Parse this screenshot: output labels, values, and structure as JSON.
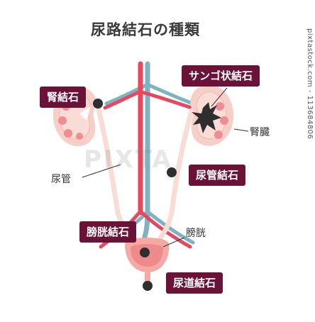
{
  "title": "尿路結石の種類",
  "callouts": {
    "renal_stone": "腎結石",
    "staghorn_stone": "サンゴ状結石",
    "ureteral_stone": "尿管結石",
    "bladder_stone": "膀胱結石",
    "urethral_stone": "尿道結石"
  },
  "labels": {
    "kidney": "腎臓",
    "ureter": "尿管",
    "bladder": "膀胱"
  },
  "watermark": "PIXTA",
  "credit_side": "pixtastock.com - 113684806",
  "credit_bottom": "",
  "colors": {
    "callout_bg": "#6b1239",
    "kidney_outer": "#f6cfc8",
    "kidney_inner": "#f08d93",
    "artery": "#e8485e",
    "vein": "#7fb3c2",
    "stone": "#2e2e2e"
  }
}
